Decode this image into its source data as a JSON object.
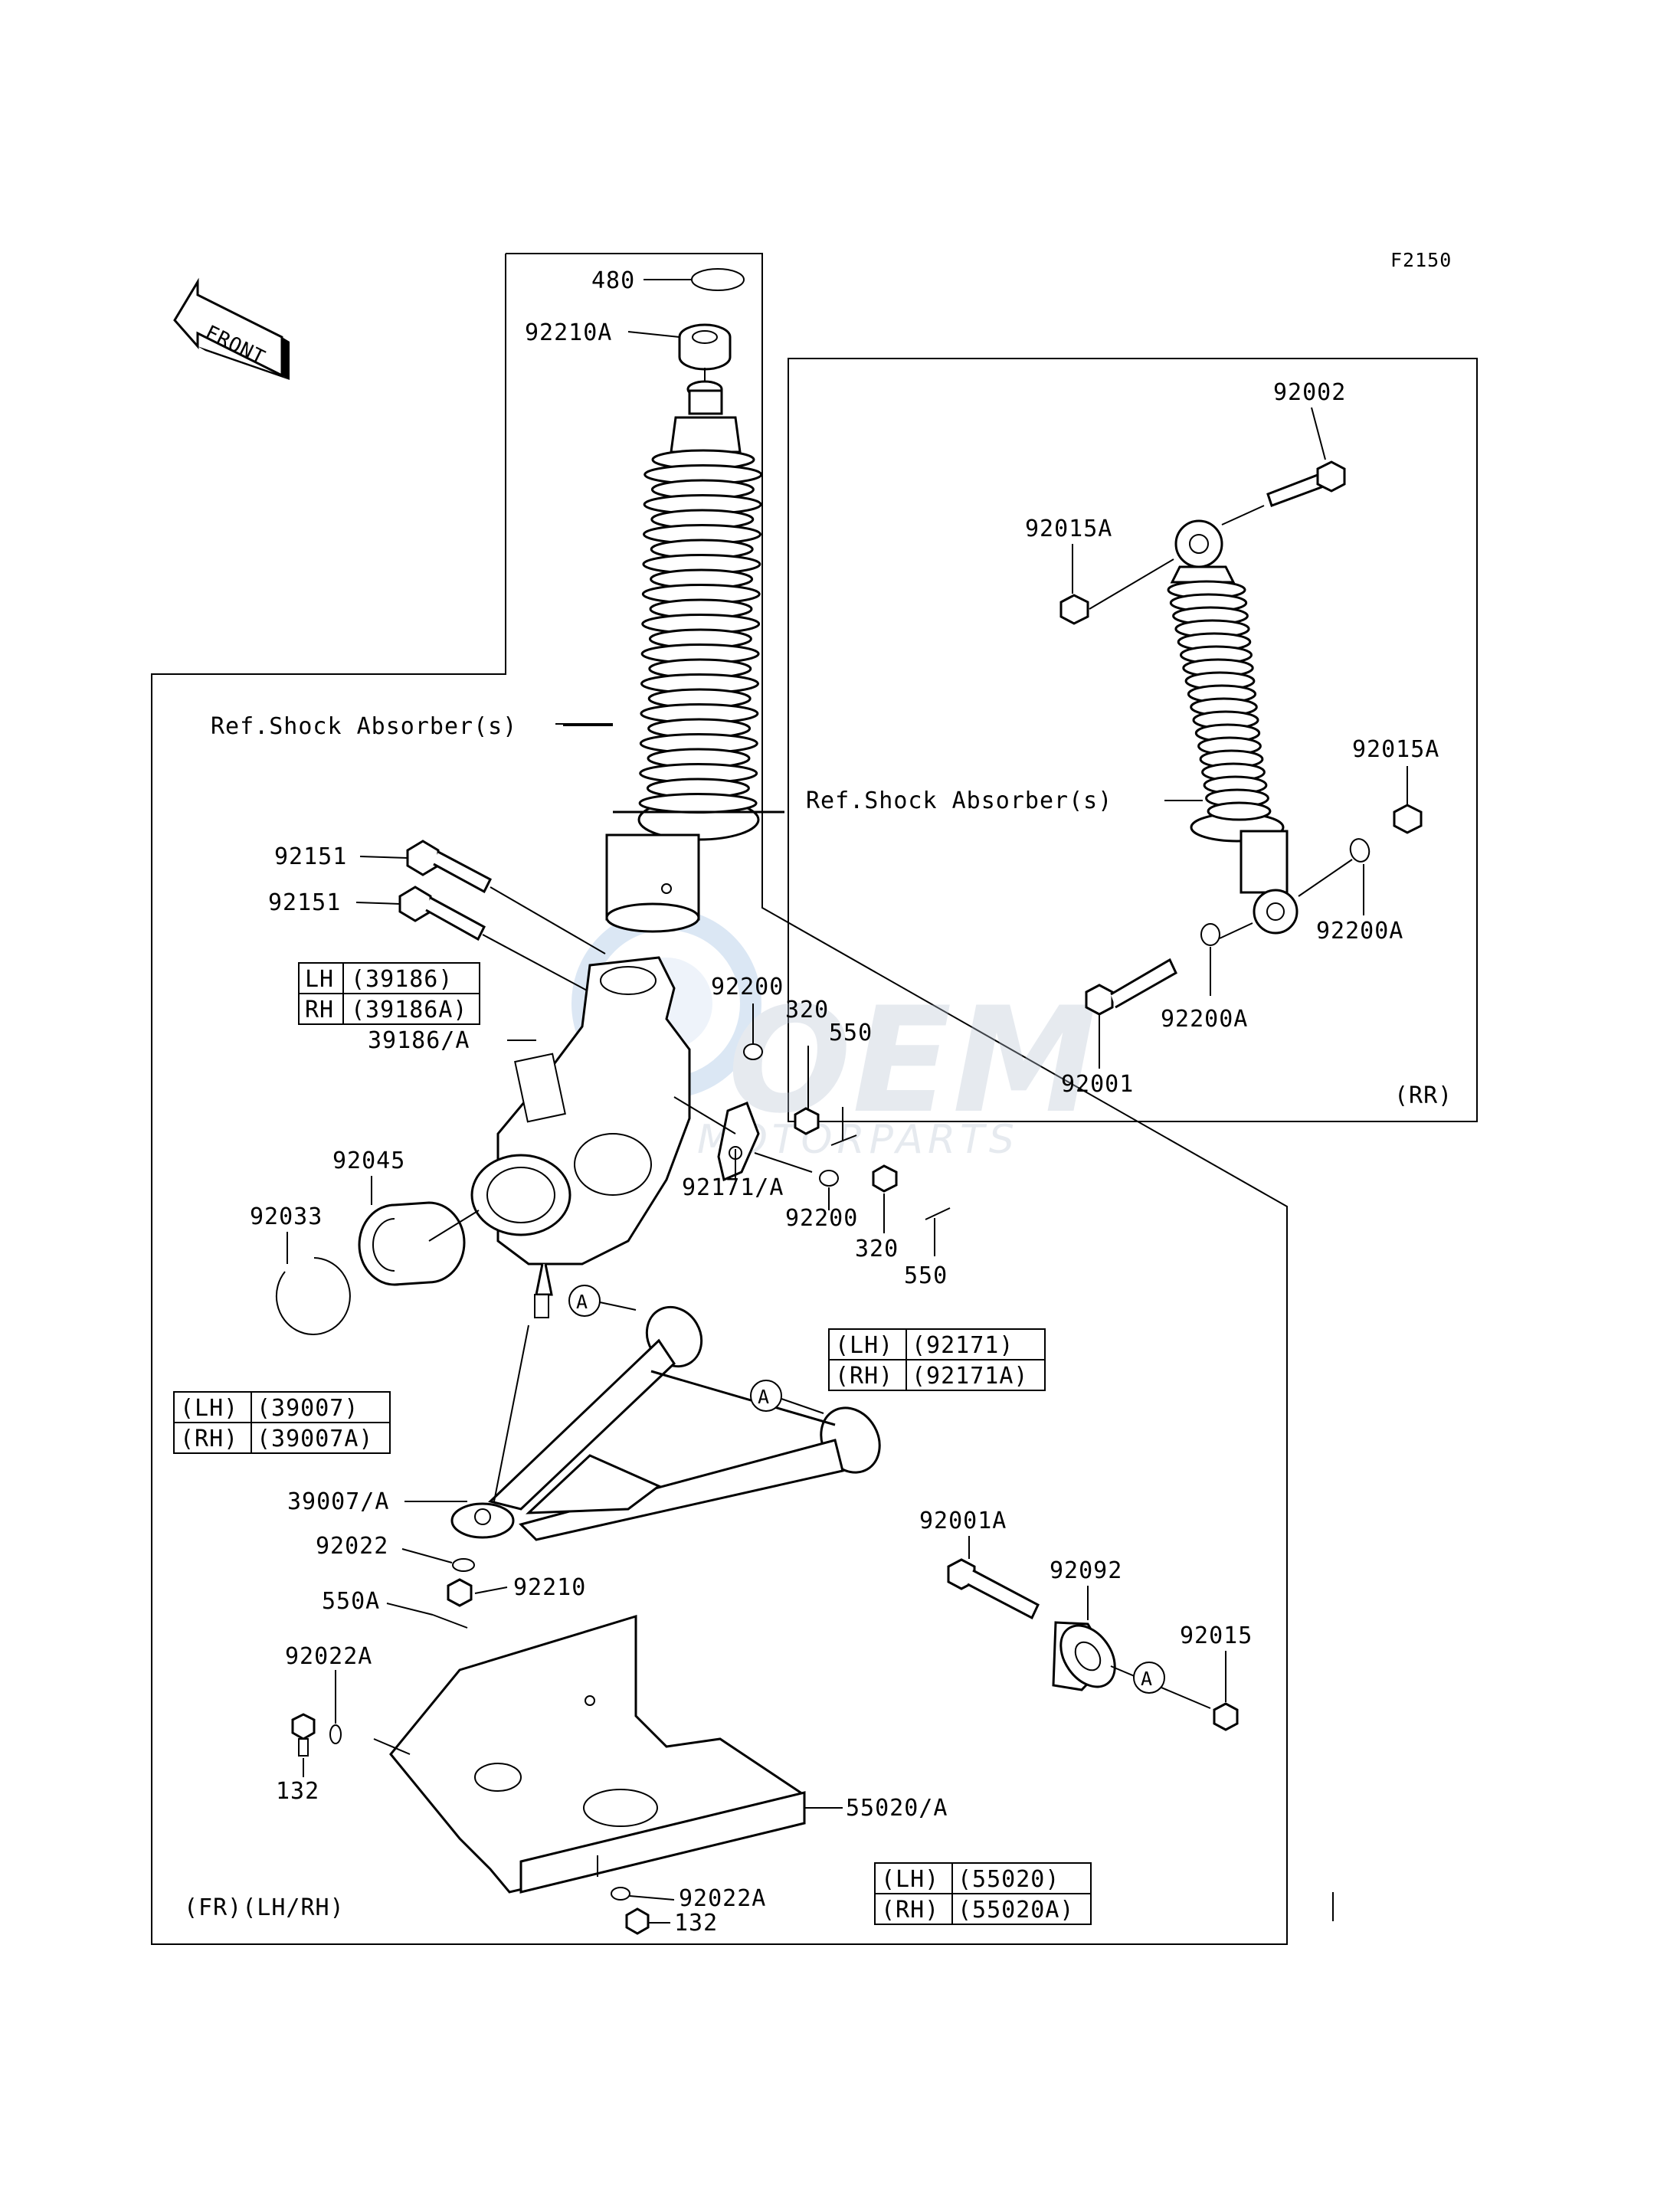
{
  "figure_code": "F2150",
  "front_arrow_label": "FRONT",
  "front_section": {
    "caption": "(FR)(LH/RH)",
    "ref_label": "Ref.Shock Absorber(s)",
    "parts": {
      "p480": "480",
      "p92210A": "92210A",
      "p92151a": "92151",
      "p92151b": "92151",
      "p39186A": "39186/A",
      "p92200a": "92200",
      "p320a": "320",
      "p550a": "550",
      "p92171A": "92171/A",
      "p92200b": "92200",
      "p320b": "320",
      "p550b": "550",
      "p92045": "92045",
      "p92033": "92033",
      "p39007A": "39007/A",
      "p92022": "92022",
      "p92210": "92210",
      "p550A": "550A",
      "p92022Aa": "92022A",
      "p132a": "132",
      "p55020A": "55020/A",
      "p92022Ab": "92022A",
      "p132b": "132",
      "p92001A": "92001A",
      "p92092": "92092",
      "p92015": "92015"
    },
    "callout_a": "A",
    "tables": {
      "knuckle": {
        "rows": [
          [
            "LH",
            "(39186)"
          ],
          [
            "RH",
            "(39186A)"
          ]
        ]
      },
      "bracket": {
        "rows": [
          [
            "(LH)",
            "(92171)"
          ],
          [
            "(RH)",
            "(92171A)"
          ]
        ]
      },
      "arm": {
        "rows": [
          [
            "(LH)",
            "(39007)"
          ],
          [
            "(RH)",
            "(39007A)"
          ]
        ]
      },
      "guard": {
        "rows": [
          [
            "(LH)",
            "(55020)"
          ],
          [
            "(RH)",
            "(55020A)"
          ]
        ]
      }
    }
  },
  "rear_section": {
    "caption": "(RR)",
    "ref_label": "Ref.Shock Absorber(s)",
    "parts": {
      "p92002": "92002",
      "p92015Aa": "92015A",
      "p92015Ab": "92015A",
      "p92200Aa": "92200A",
      "p92200Ab": "92200A",
      "p92001": "92001"
    }
  },
  "watermark": {
    "main": "OEM",
    "sub": "MOTORPARTS"
  }
}
